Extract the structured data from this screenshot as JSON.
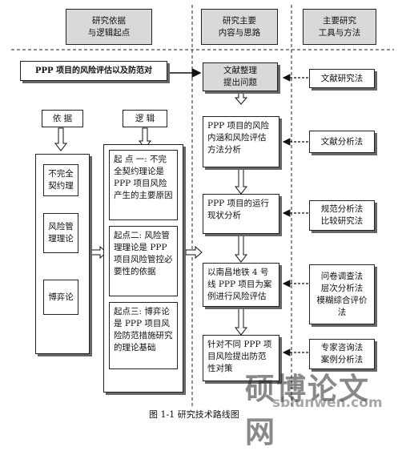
{
  "headers": {
    "col1": "研究依据\n与逻辑起点",
    "col2": "研究主要\n内容与思路",
    "col3": "主要研究\n工具与方法"
  },
  "topic": "PPP 项目的风险评估以及防范对",
  "basis": {
    "label": "依 据",
    "items": [
      "不完全\n契约理",
      "风险管\n理理论",
      "博弈论"
    ]
  },
  "logic": {
    "label": "逻 辑",
    "items": [
      "起 点 一: 不完全契约理论是PPP 项目风险产生的主要原因",
      "起点二: 风险管理理论是 PPP 项目风险管控必要性的依据",
      "起点三: 博弈论是 PPP 项目风险防范措施研究的理论基础"
    ]
  },
  "steps": [
    "文献整理\n提出问题",
    "PPP 项目的风险\n内涵和风险评估\n方法分析",
    "PPP 项目的运行\n现状分析",
    "以南昌地铁 4 号\n线 PPP 项目为案\n例进行风险评估",
    "针对不同 PPP 项\n目风险提出防范\n性对策"
  ],
  "methods": [
    "文献研究法",
    "文献分析法",
    "规范分析法\n比较研究法",
    "问卷调查法\n层次分析法\n模糊综合评价\n法",
    "专家咨询法\n案例分析法"
  ],
  "caption": "图 1-1   研究技术路线图",
  "watermark": {
    "text": "硕博论文网",
    "url": "sblunwen.com"
  }
}
